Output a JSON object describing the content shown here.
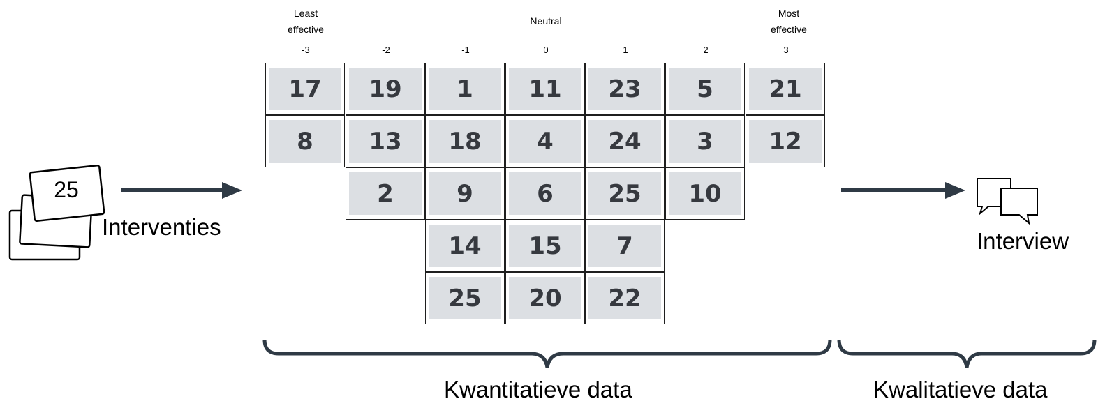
{
  "scale": {
    "least_label": "Least\neffective",
    "neutral_label": "Neutral",
    "most_label": "Most\neffective",
    "columns": [
      "-3",
      "-2",
      "-1",
      "0",
      "1",
      "2",
      "3"
    ]
  },
  "grid": [
    [
      "17",
      "8"
    ],
    [
      "19",
      "13",
      "2"
    ],
    [
      "1",
      "18",
      "9",
      "14",
      "25"
    ],
    [
      "11",
      "4",
      "6",
      "15",
      "20"
    ],
    [
      "23",
      "24",
      "25",
      "7",
      "22"
    ],
    [
      "5",
      "3",
      "10"
    ],
    [
      "21",
      "12"
    ]
  ],
  "cards_stack": {
    "top_number": "25",
    "label": "Interventies"
  },
  "interview": {
    "label": "Interview",
    "icon": "chat-bubbles-icon"
  },
  "brackets": {
    "left_label": "Kwantitatieve data",
    "right_label": "Kwalitatieve data"
  },
  "colors": {
    "card_fill": "#dcdfe3",
    "card_text": "#36393f",
    "arrow": "#2f3a45",
    "brace": "#2f3a45"
  }
}
